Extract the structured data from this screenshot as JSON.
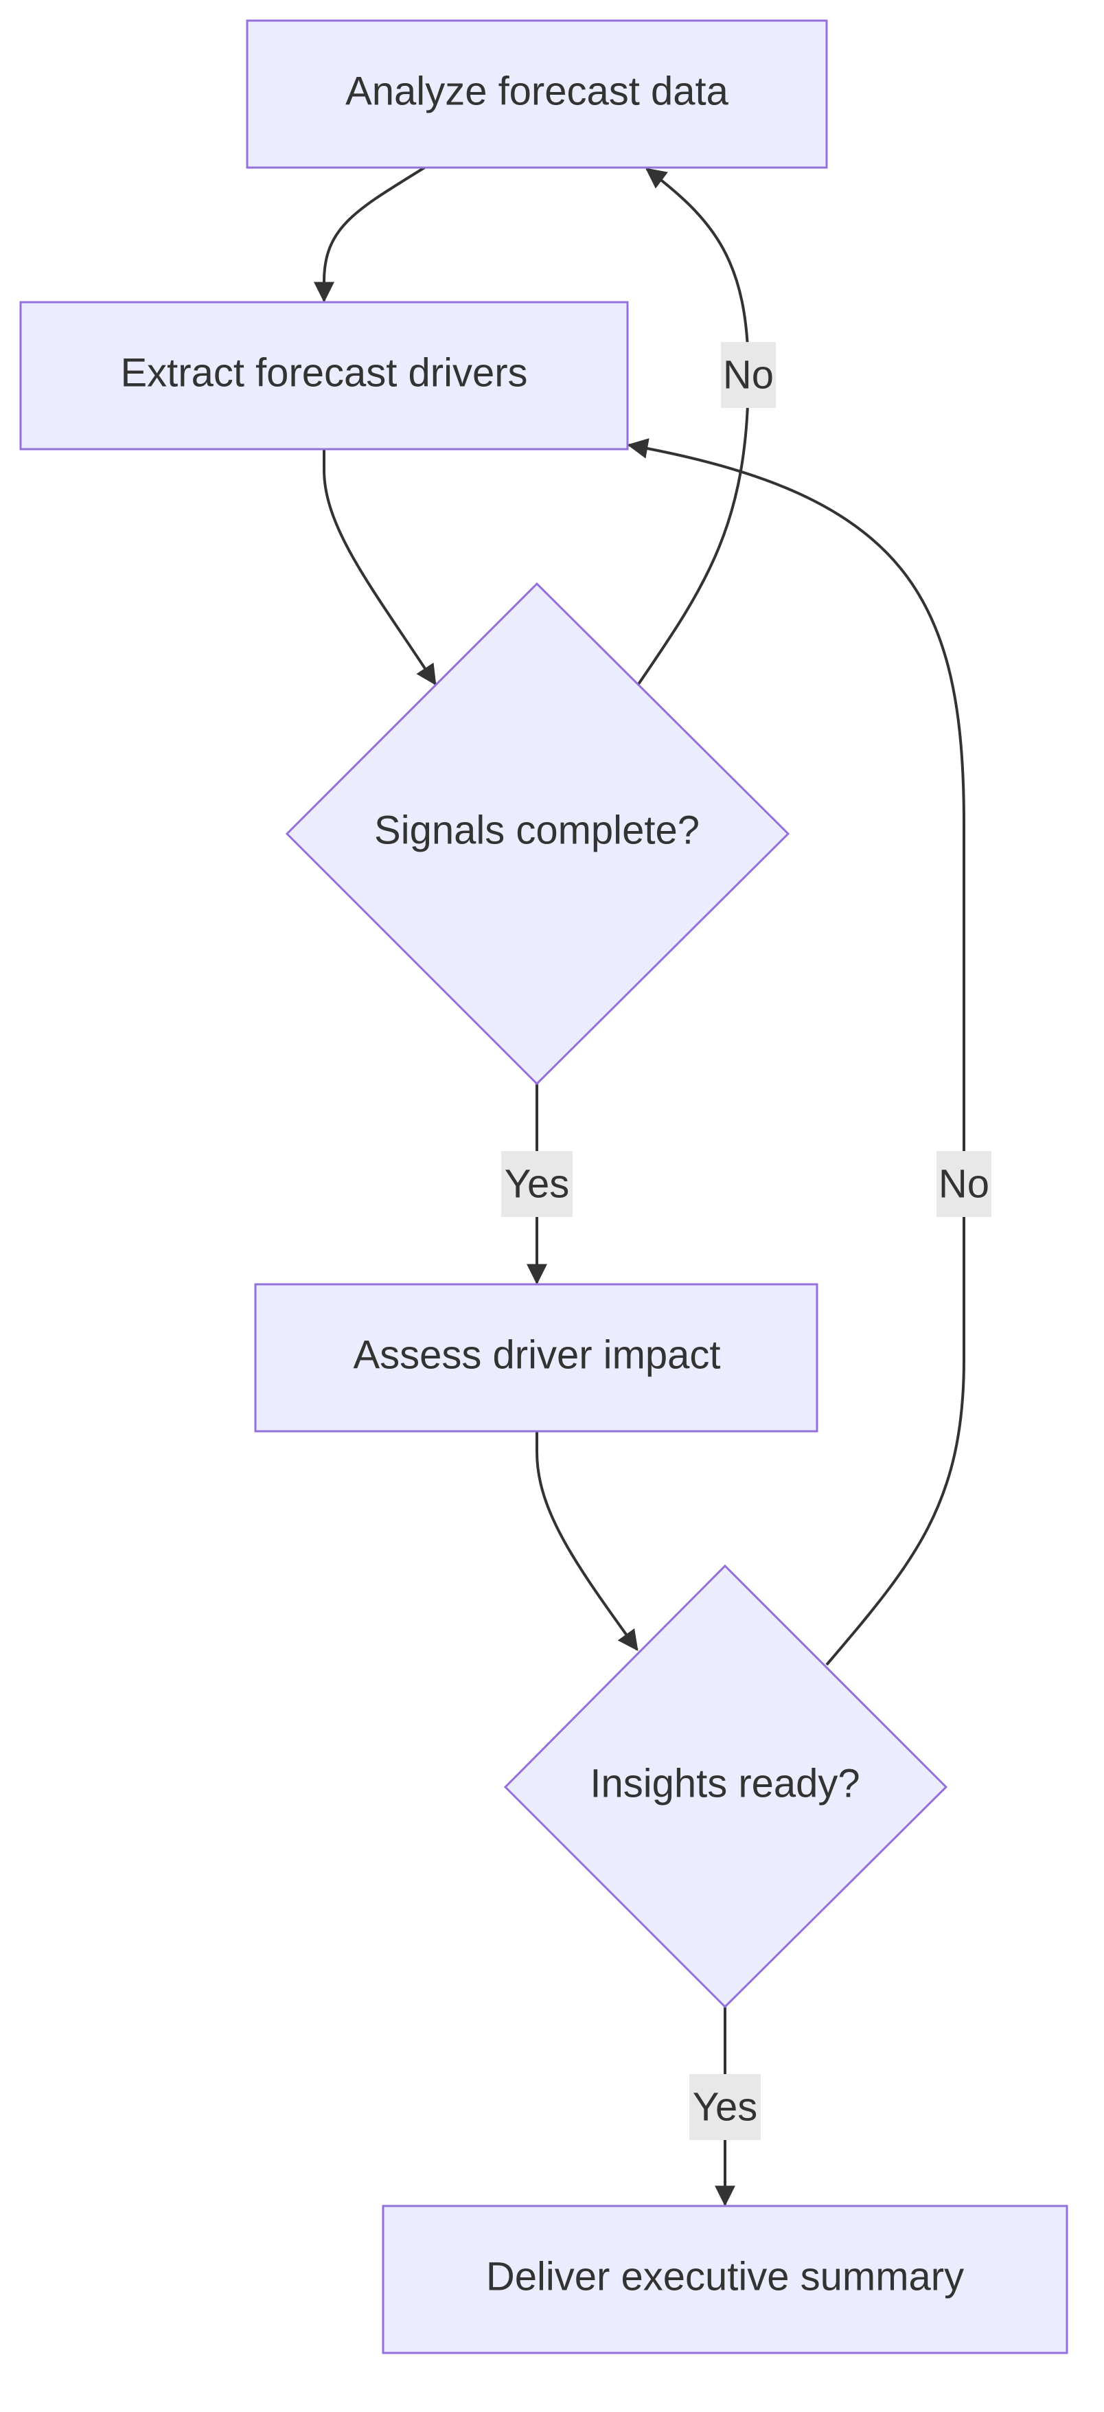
{
  "diagram": {
    "type": "flowchart",
    "nodes": {
      "analyze": {
        "label": "Analyze forecast data",
        "shape": "rect"
      },
      "extract": {
        "label": "Extract forecast drivers",
        "shape": "rect"
      },
      "signals": {
        "label": "Signals complete?",
        "shape": "diamond"
      },
      "assess": {
        "label": "Assess driver impact",
        "shape": "rect"
      },
      "insights": {
        "label": "Insights ready?",
        "shape": "diamond"
      },
      "deliver": {
        "label": "Deliver executive summary",
        "shape": "rect"
      }
    },
    "edges": [
      {
        "from": "analyze",
        "to": "extract",
        "label": ""
      },
      {
        "from": "extract",
        "to": "signals",
        "label": ""
      },
      {
        "from": "signals",
        "to": "analyze",
        "label": "No"
      },
      {
        "from": "signals",
        "to": "assess",
        "label": "Yes"
      },
      {
        "from": "assess",
        "to": "insights",
        "label": ""
      },
      {
        "from": "insights",
        "to": "extract",
        "label": "No"
      },
      {
        "from": "insights",
        "to": "deliver",
        "label": "Yes"
      }
    ],
    "colors": {
      "node_fill": "#ECECFF",
      "node_stroke": "#9370DB",
      "edge": "#333333",
      "text": "#333333",
      "edge_label_bg": "#e8e8e8"
    }
  }
}
